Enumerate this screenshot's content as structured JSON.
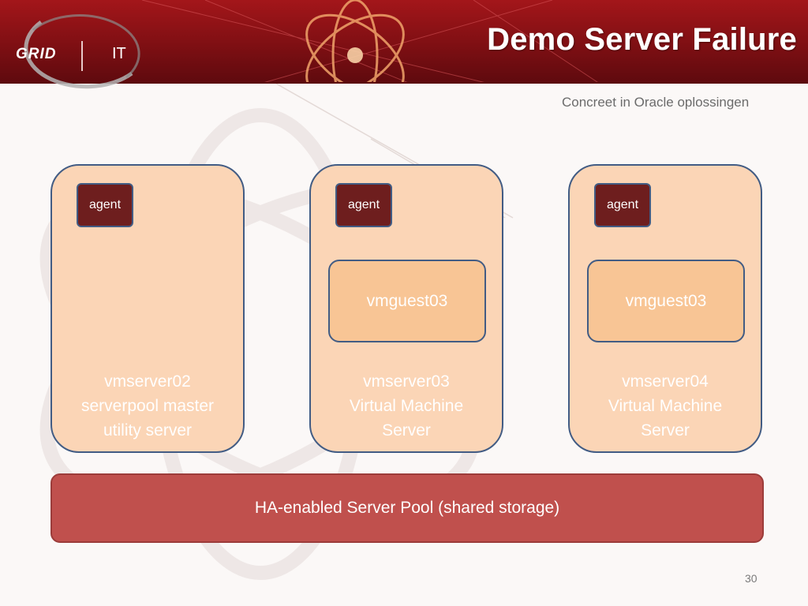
{
  "header": {
    "title": "Demo Server Failure",
    "subtitle": "Concreet in Oracle oplossingen",
    "logo": {
      "left": "GRID",
      "right": "IT"
    }
  },
  "servers": [
    {
      "agent": "agent",
      "vmguest": null,
      "lines": [
        "vmserver02",
        "serverpool master",
        "utility server"
      ]
    },
    {
      "agent": "agent",
      "vmguest": "vmguest03",
      "lines": [
        "vmserver03",
        "Virtual Machine",
        "Server"
      ]
    },
    {
      "agent": "agent",
      "vmguest": "vmguest03",
      "lines": [
        "vmserver04",
        "Virtual Machine",
        "Server"
      ]
    }
  ],
  "pool": {
    "label": "HA-enabled Server Pool (shared storage)"
  },
  "page_number": "30",
  "colors": {
    "header": "#8b1216",
    "server_fill": "#fbd5b6",
    "vmguest_fill": "#f8c595",
    "agent_fill": "#6e1e1e",
    "outline": "#425c84",
    "pool_fill": "#c0504d"
  }
}
